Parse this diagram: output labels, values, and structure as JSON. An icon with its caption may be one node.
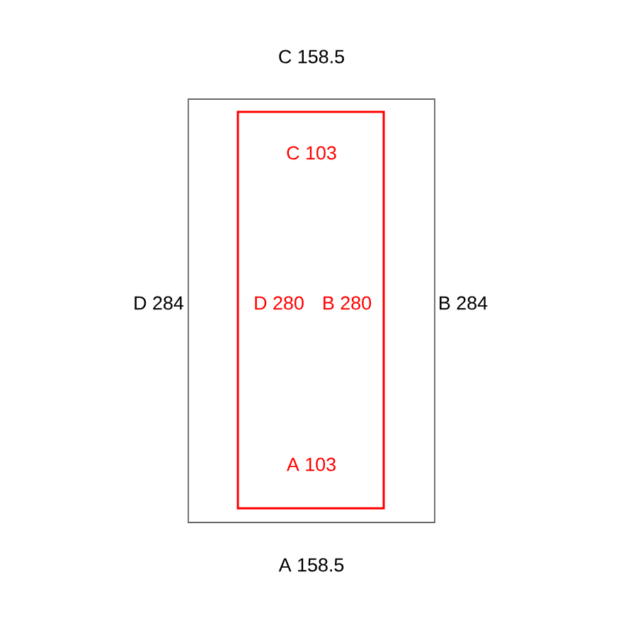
{
  "diagram": {
    "nodes": [
      {
        "text": [],
        "shape": "box",
        "beside": [
          "C 158.5",
          "D 284",
          "B 284",
          "A 158.5"
        ]
      },
      {
        "text": [
          "C 103",
          "D 280",
          "B 280",
          "A 103"
        ],
        "in": 0
      }
    ]
  }
}
